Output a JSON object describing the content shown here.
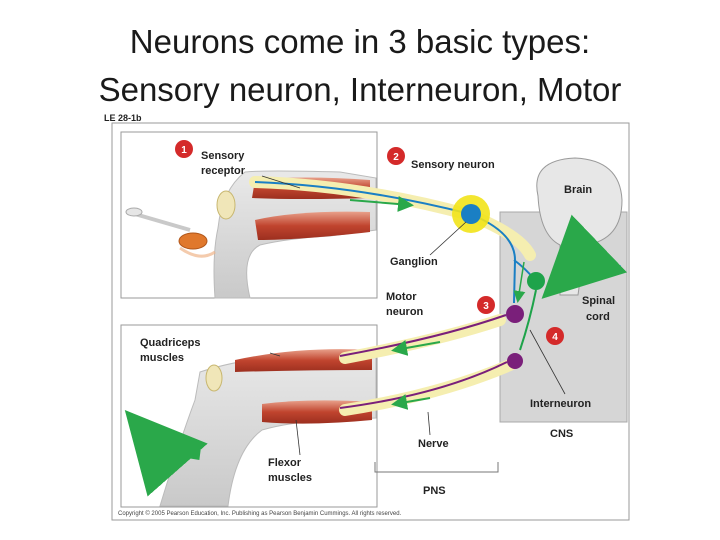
{
  "slide": {
    "title_line1": "Neurons come in 3 basic types:",
    "title_line2": "Sensory neuron, Interneuron, Motor"
  },
  "figure": {
    "figure_id": "LE 28-1b",
    "labels": {
      "sensory_receptor_line1": "Sensory",
      "sensory_receptor_line2": "receptor",
      "sensory_neuron": "Sensory neuron",
      "brain": "Brain",
      "ganglion": "Ganglion",
      "motor_neuron_line1": "Motor",
      "motor_neuron_line2": "neuron",
      "spinal_cord_line1": "Spinal",
      "spinal_cord_line2": "cord",
      "quadriceps_line1": "Quadriceps",
      "quadriceps_line2": "muscles",
      "interneuron": "Interneuron",
      "cns": "CNS",
      "nerve": "Nerve",
      "flexor_line1": "Flexor",
      "flexor_line2": "muscles",
      "pns": "PNS"
    },
    "steps": [
      "1",
      "2",
      "3",
      "4"
    ],
    "copyright": "Copyright © 2005 Pearson Education, Inc. Publishing as Pearson Benjamin Cummings. All rights reserved.",
    "colors": {
      "step_badge": "#d42a2a",
      "sensory_neuron": "#1a7fc4",
      "interneuron": "#1ea34a",
      "motor_neuron": "#7a1f7a",
      "nerve": "#f5eeb0",
      "ganglion_halo": "#f2e31a",
      "muscle": "#c0442e",
      "cns_panel": "#d6d6d6",
      "arrow": "#2aa84a"
    }
  }
}
